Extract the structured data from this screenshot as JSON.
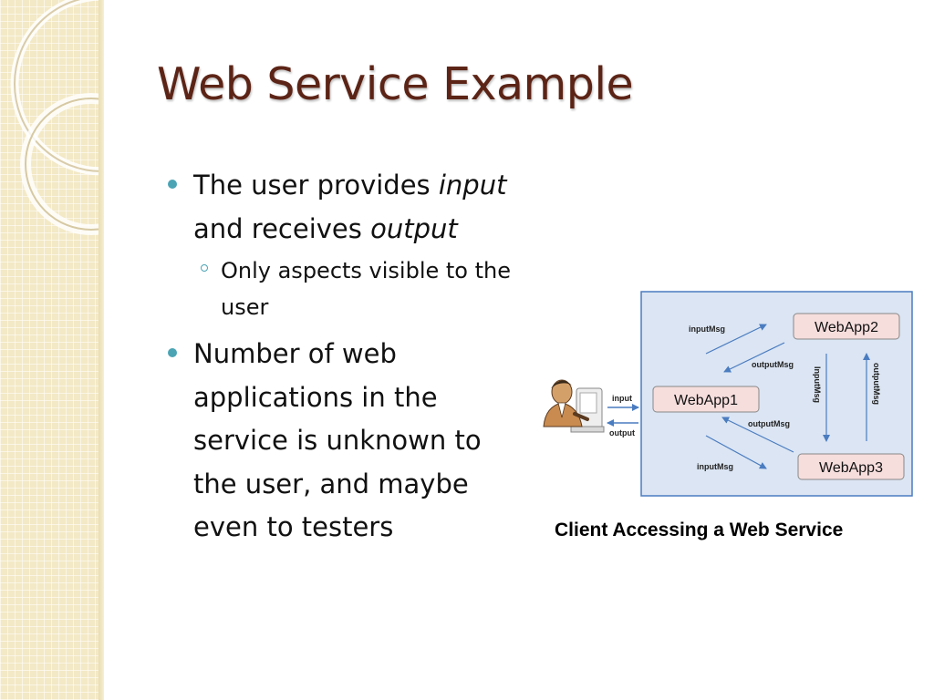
{
  "slide": {
    "title": "Web Service Example"
  },
  "bullets": [
    {
      "parts": [
        "The user provides ",
        "input",
        " and receives ",
        "output"
      ]
    },
    {
      "text": "Only aspects visible to the user"
    },
    {
      "text": "Number of web applications in the service is unknown to the user, and maybe even to testers"
    }
  ],
  "diagram": {
    "nodes": {
      "webapp1": "WebApp1",
      "webapp2": "WebApp2",
      "webapp3": "WebApp3"
    },
    "edges": {
      "input": "input",
      "output": "output",
      "inputmsg_1_2": "inputMsg",
      "outputmsg_2_1": "outputMsg",
      "inputmsg_2_3": "InputMsg",
      "outputmsg_3_2": "outputMsg",
      "outputmsg_3_1": "outputMsg",
      "inputmsg_1_3": "inputMsg"
    },
    "caption": "Client Accessing a Web Service"
  },
  "colors": {
    "title": "#5c2416",
    "bullet": "#4ba4b4",
    "panel": "#dbe5f3",
    "node": "#f6dedd",
    "arrow": "#4a7cc0"
  }
}
